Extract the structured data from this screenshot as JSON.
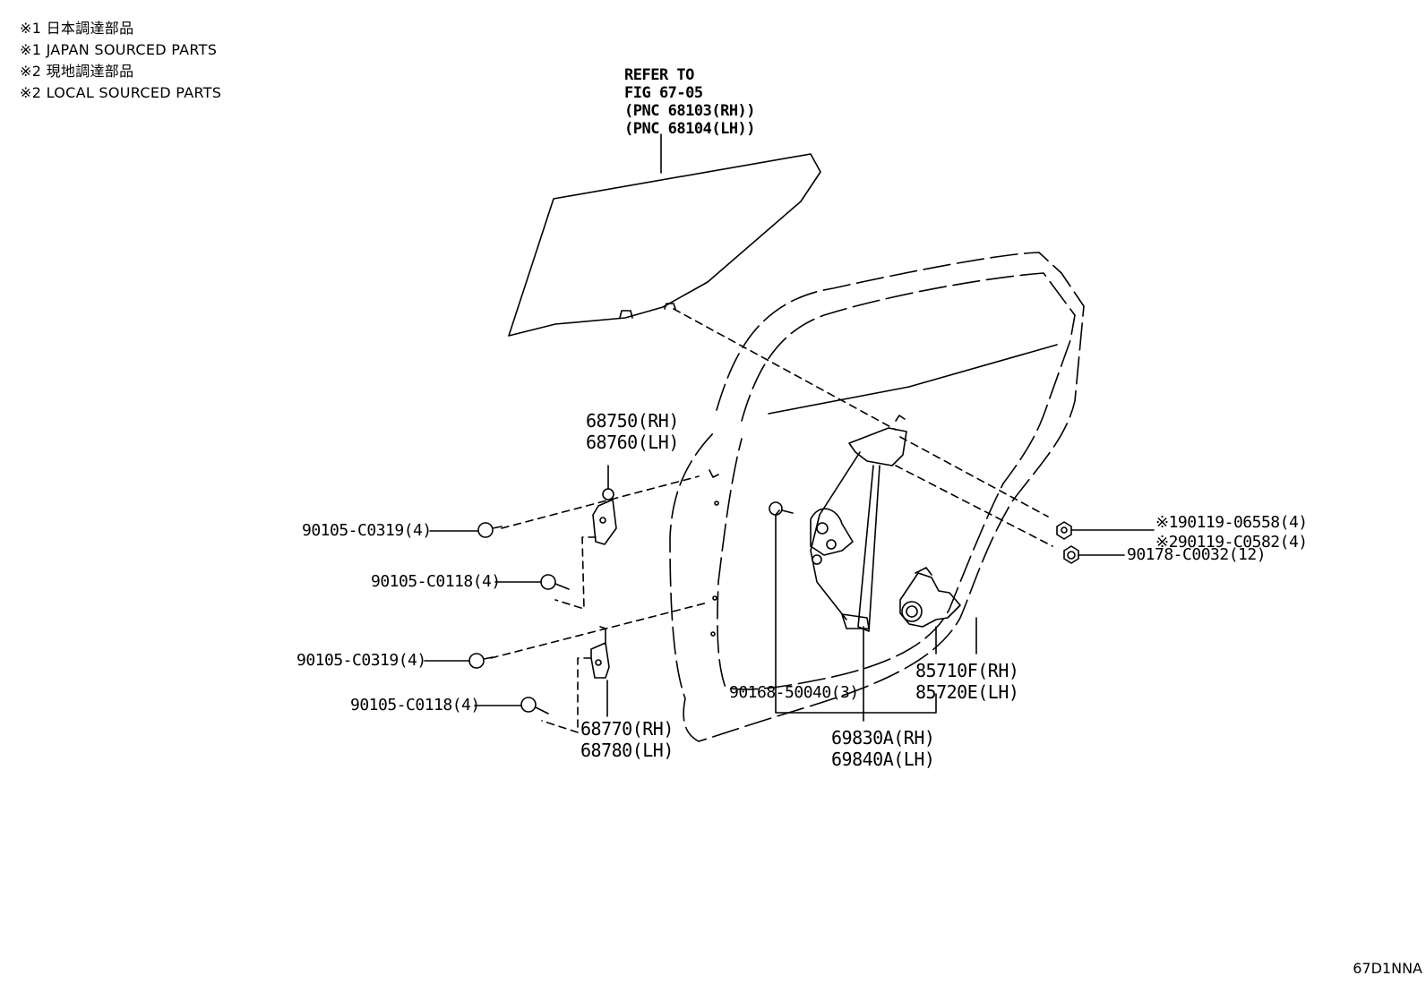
{
  "legend": [
    "※1 日本調達部品",
    "※1 JAPAN SOURCED PARTS",
    "※2 現地調達部品",
    "※2 LOCAL SOURCED PARTS"
  ],
  "refer": [
    "REFER TO",
    "FIG 67-05",
    "(PNC 68103(RH))",
    "(PNC 68104(LH))"
  ],
  "parts": {
    "upper_hinge": [
      "68750(RH)",
      "68760(LH)"
    ],
    "lower_hinge": [
      "68770(RH)",
      "68780(LH)"
    ],
    "bolt_upper": "90105-C0319(4)",
    "bolt_upper_small": "90105-C0118(4)",
    "bolt_lower": "90105-C0319(4)",
    "bolt_lower_small": "90105-C0118(4)",
    "screw": "90168-50040(3)",
    "regulator": [
      "69830A(RH)",
      "69840A(LH)"
    ],
    "motor": [
      "85710F(RH)",
      "85720E(LH)"
    ],
    "bolt_right": [
      "※190119-06558(4)",
      "※290119-C0582(4)"
    ],
    "nut_right": "90178-C0032(12)"
  },
  "figure_code": "67D1NNA"
}
